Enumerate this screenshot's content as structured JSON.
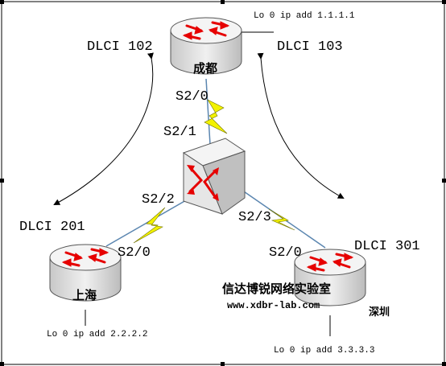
{
  "labels": {
    "chengdu": "成都",
    "shanghai": "上海",
    "shenzhen": "深圳",
    "lo_chengdu": "Lo 0 ip add 1.1.1.1",
    "lo_shanghai": "Lo 0 ip add 2.2.2.2",
    "lo_shenzhen": "Lo 0 ip add 3.3.3.3",
    "dlci_102": "DLCI 102",
    "dlci_103": "DLCI 103",
    "dlci_201": "DLCI 201",
    "dlci_301": "DLCI 301",
    "chengdu_s20": "S2/0",
    "switch_s21": "S2/1",
    "switch_s22": "S2/2",
    "switch_s23": "S2/3",
    "shanghai_s20": "S2/0",
    "shenzhen_s20": "S2/0",
    "watermark_title": "信达博锐网络实验室",
    "watermark_url": "www.xdbr-lab.com"
  },
  "colors": {
    "router_body": "#e2e2e2",
    "router_top": "#f2f2f2",
    "arrow_red": "#e60000",
    "link_yellow": "#f2f200",
    "serial_blue": "#5b86b0"
  },
  "icons": {
    "router": "router-icon",
    "switch": "frame-relay-switch-icon"
  }
}
